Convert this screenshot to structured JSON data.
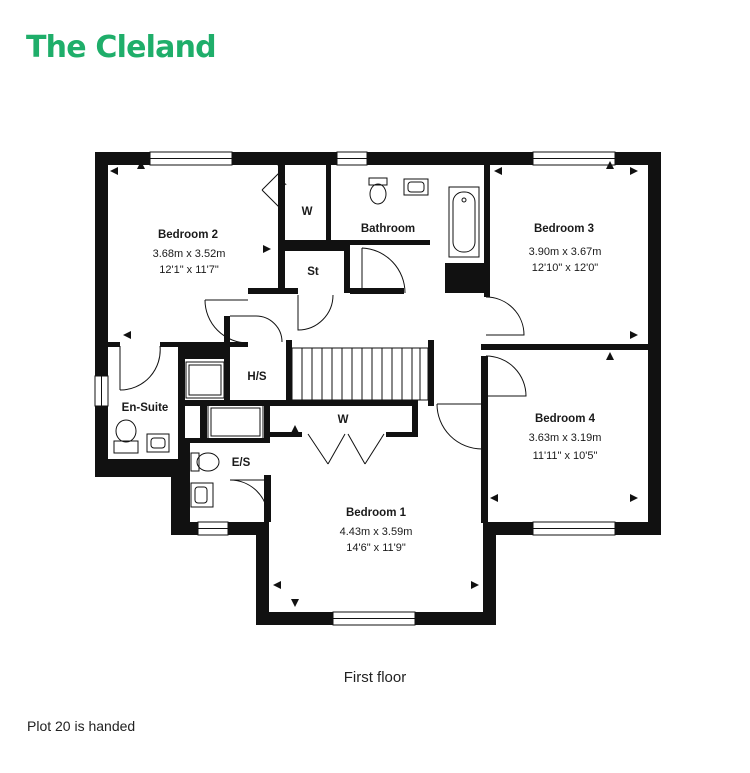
{
  "title": "The Cleland",
  "floor_label": "First floor",
  "note": "Plot 20 is handed",
  "rooms": {
    "bedroom2": {
      "name": "Bedroom 2",
      "metric": "3.68m x 3.52m",
      "imperial": "12'1\" x 11'7\""
    },
    "bedroom3": {
      "name": "Bedroom 3",
      "metric": "3.90m x 3.67m",
      "imperial": "12'10\" x 12'0\""
    },
    "bedroom4": {
      "name": "Bedroom 4",
      "metric": "3.63m x 3.19m",
      "imperial": "11'11\" x 10'5\""
    },
    "bedroom1": {
      "name": "Bedroom 1",
      "metric": "4.43m x 3.59m",
      "imperial": "14'6\" x 11'9\""
    },
    "bathroom": {
      "name": "Bathroom"
    },
    "ensuite": {
      "name": "En-Suite"
    },
    "es": {
      "name": "E/S"
    },
    "wardrobe_b2": {
      "name": "W"
    },
    "wardrobe_b1": {
      "name": "W"
    },
    "store": {
      "name": "St"
    },
    "hotpress": {
      "name": "H/S"
    }
  }
}
